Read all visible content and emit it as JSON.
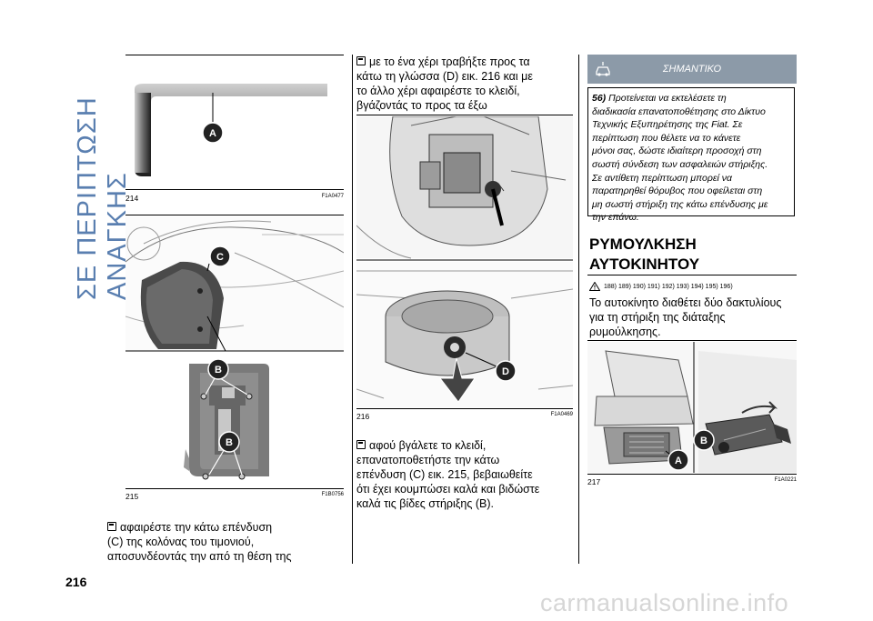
{
  "page": {
    "section_title_side": "ΣΕ ΠΕΡΙΠΤΩΣΗ ΑΝΑΓΚΗΣ",
    "page_number": "216"
  },
  "figures": {
    "fig214": {
      "number": "214",
      "code": "F1A0477",
      "labels": [
        "A"
      ]
    },
    "fig215": {
      "number": "215",
      "code": "F1B0756",
      "labels": [
        "C",
        "B",
        "B"
      ]
    },
    "fig216": {
      "number": "216",
      "code": "F1A0469",
      "labels": [
        "D"
      ]
    },
    "fig217": {
      "number": "217",
      "code": "F1A0221",
      "labels": [
        "B",
        "A"
      ]
    }
  },
  "column1": {
    "text_lines": [
      "αφαιρέστε την κάτω επένδυση",
      "(C) της κολόνας του τιμονιού,",
      "αποσυνδέοντάς την από τη θέση της"
    ]
  },
  "column2": {
    "top_lines": [
      "με το ένα χέρι τραβήξτε προς τα",
      "κάτω τη γλώσσα (D) εικ. 216 και με",
      "το άλλο χέρι αφαιρέστε το κλειδί,",
      "βγάζοντάς το προς τα έξω"
    ],
    "bottom_lines": [
      "αφού βγάλετε το κλειδί,",
      "επανατοποθετήστε την κάτω",
      "επένδυση (C) εικ. 215, βεβαιωθείτε",
      "ότι έχει κουμπώσει καλά και βιδώστε",
      "καλά τις βίδες στήριξης (B)."
    ]
  },
  "warning": {
    "title": "ΣΗΜΑΝΤΙΚΟ",
    "number": "56)",
    "lines": [
      "Προτείνεται να εκτελέσετε τη",
      "διαδικασία επανατοποθέτησης στο Δίκτυο",
      "Τεχνικής Εξυπηρέτησης της Fiat. Σε",
      "περίπτωση που θέλετε να το κάνετε",
      "μόνοι σας, δώστε ιδιαίτερη προσοχή στη",
      "σωστή σύνδεση των ασφαλειών στήριξης.",
      "Σε αντίθετη περίπτωση μπορεί να",
      "παρατηρηθεί θόρυβος που οφείλεται στη",
      "μη σωστή στήριξη της κάτω επένδυσης με",
      "την επάνω."
    ]
  },
  "section": {
    "title_line1": "ΡΥΜΟΥΛΚΗΣΗ",
    "title_line2": "ΑΥΤΟΚΙΝΗΤΟΥ",
    "refs": "188)  189)  190)  191)  192)  193)  194)  195)  196)",
    "body_lines": [
      "Το αυτοκίνητο διαθέτει δύο δακτυλίους",
      "για τη στήριξη της διάταξης",
      "ρυμούλκησης."
    ]
  },
  "watermark": "carmanualsonline.info",
  "colors": {
    "side_title": "#5a7fb0",
    "warning_header": "#8c9aa8"
  }
}
